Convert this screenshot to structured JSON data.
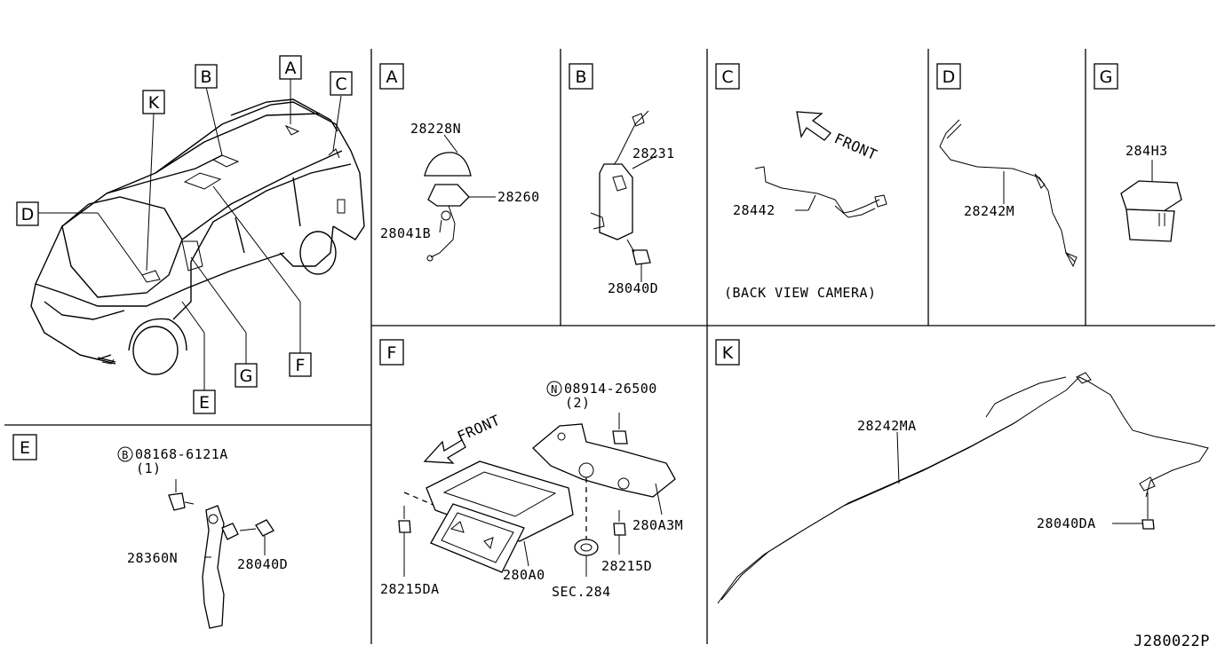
{
  "diagram_code": "J280022P",
  "overview": {
    "callouts": [
      "A",
      "B",
      "C",
      "D",
      "E",
      "F",
      "G",
      "K"
    ]
  },
  "sections": {
    "A": {
      "label": "A",
      "parts": [
        "28228N",
        "28260",
        "28041B"
      ]
    },
    "B": {
      "label": "B",
      "parts": [
        "28231",
        "28040D"
      ]
    },
    "C": {
      "label": "C",
      "parts": [
        "28442"
      ],
      "direction": "FRONT",
      "note": "(BACK VIEW CAMERA)"
    },
    "D": {
      "label": "D",
      "parts": [
        "28242M"
      ]
    },
    "G": {
      "label": "G",
      "parts": [
        "284H3"
      ]
    },
    "E": {
      "label": "E",
      "bolt_prefix": "B",
      "bolt": "08168-6121A",
      "bolt_qty": "(1)",
      "parts": [
        "28360N",
        "28040D"
      ]
    },
    "F": {
      "label": "F",
      "nut_prefix": "N",
      "nut": "08914-26500",
      "nut_qty": "(2)",
      "direction": "FRONT",
      "parts": [
        "280A3M",
        "28215D",
        "28215DA",
        "280A0"
      ],
      "sec_ref": "SEC.284"
    },
    "K": {
      "label": "K",
      "parts": [
        "28242MA",
        "28040DA"
      ]
    }
  },
  "colors": {
    "ink": "#000000",
    "paper": "#ffffff"
  }
}
